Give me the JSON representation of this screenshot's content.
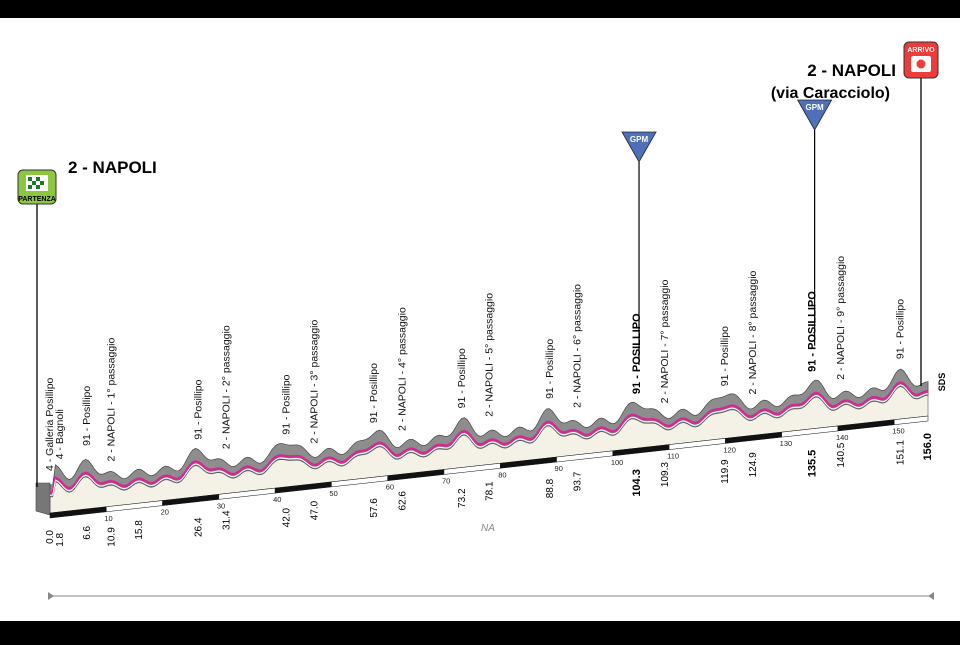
{
  "start": {
    "city": "2 - NAPOLI",
    "badge": "PARTENZA"
  },
  "finish": {
    "city": "2 - NAPOLI",
    "sub": "(via Caracciolo)",
    "badge": "ARRIVO"
  },
  "gpm_label": "GPM",
  "road_label": "NA",
  "sds_label": "SDS",
  "total_km": 156.0,
  "waypoints": [
    {
      "km": 0.0,
      "label": "4 - Galleria Posillipo",
      "bold": false
    },
    {
      "km": 1.8,
      "label": "4 - Bagnoli",
      "bold": false
    },
    {
      "km": 6.6,
      "label": "91 - Posillipo",
      "bold": false
    },
    {
      "km": 10.9,
      "label": "2 - NAPOLI - 1° passaggio",
      "bold": false
    },
    {
      "km": 15.8,
      "label": "",
      "bold": false
    },
    {
      "km": 26.4,
      "label": "91 - Posillipo",
      "bold": false
    },
    {
      "km": 31.4,
      "label": "2 - NAPOLI - 2° passaggio",
      "bold": false
    },
    {
      "km": 42.0,
      "label": "91 - Posillipo",
      "bold": false
    },
    {
      "km": 47.0,
      "label": "2 - NAPOLI - 3° passaggio",
      "bold": false
    },
    {
      "km": 57.6,
      "label": "91 - Posillipo",
      "bold": false
    },
    {
      "km": 62.6,
      "label": "2 - NAPOLI - 4° passaggio",
      "bold": false
    },
    {
      "km": 73.2,
      "label": "91 - Posillipo",
      "bold": false
    },
    {
      "km": 78.1,
      "label": "2 - NAPOLI - 5° passaggio",
      "bold": false
    },
    {
      "km": 88.8,
      "label": "91 - Posillipo",
      "bold": false
    },
    {
      "km": 93.7,
      "label": "2 - NAPOLI - 6° passaggio",
      "bold": false
    },
    {
      "km": 104.3,
      "label": "91 - POSILLIPO",
      "bold": true
    },
    {
      "km": 109.3,
      "label": "2 - NAPOLI - 7° passaggio",
      "bold": false
    },
    {
      "km": 119.9,
      "label": "91 - Posillipo",
      "bold": false
    },
    {
      "km": 124.9,
      "label": "2 - NAPOLI - 8° passaggio",
      "bold": false
    },
    {
      "km": 135.5,
      "label": "91 - POSILLIPO",
      "bold": true
    },
    {
      "km": 140.5,
      "label": "2 - NAPOLI - 9° passaggio",
      "bold": false
    },
    {
      "km": 151.1,
      "label": "91 - Posillipo",
      "bold": false
    },
    {
      "km": 156.0,
      "label": "",
      "bold": true
    }
  ],
  "km_ticks": [
    10,
    20,
    30,
    40,
    50,
    60,
    70,
    80,
    90,
    100,
    110,
    120,
    130,
    140,
    150
  ],
  "gpm_km": [
    104.3,
    135.5
  ]
}
